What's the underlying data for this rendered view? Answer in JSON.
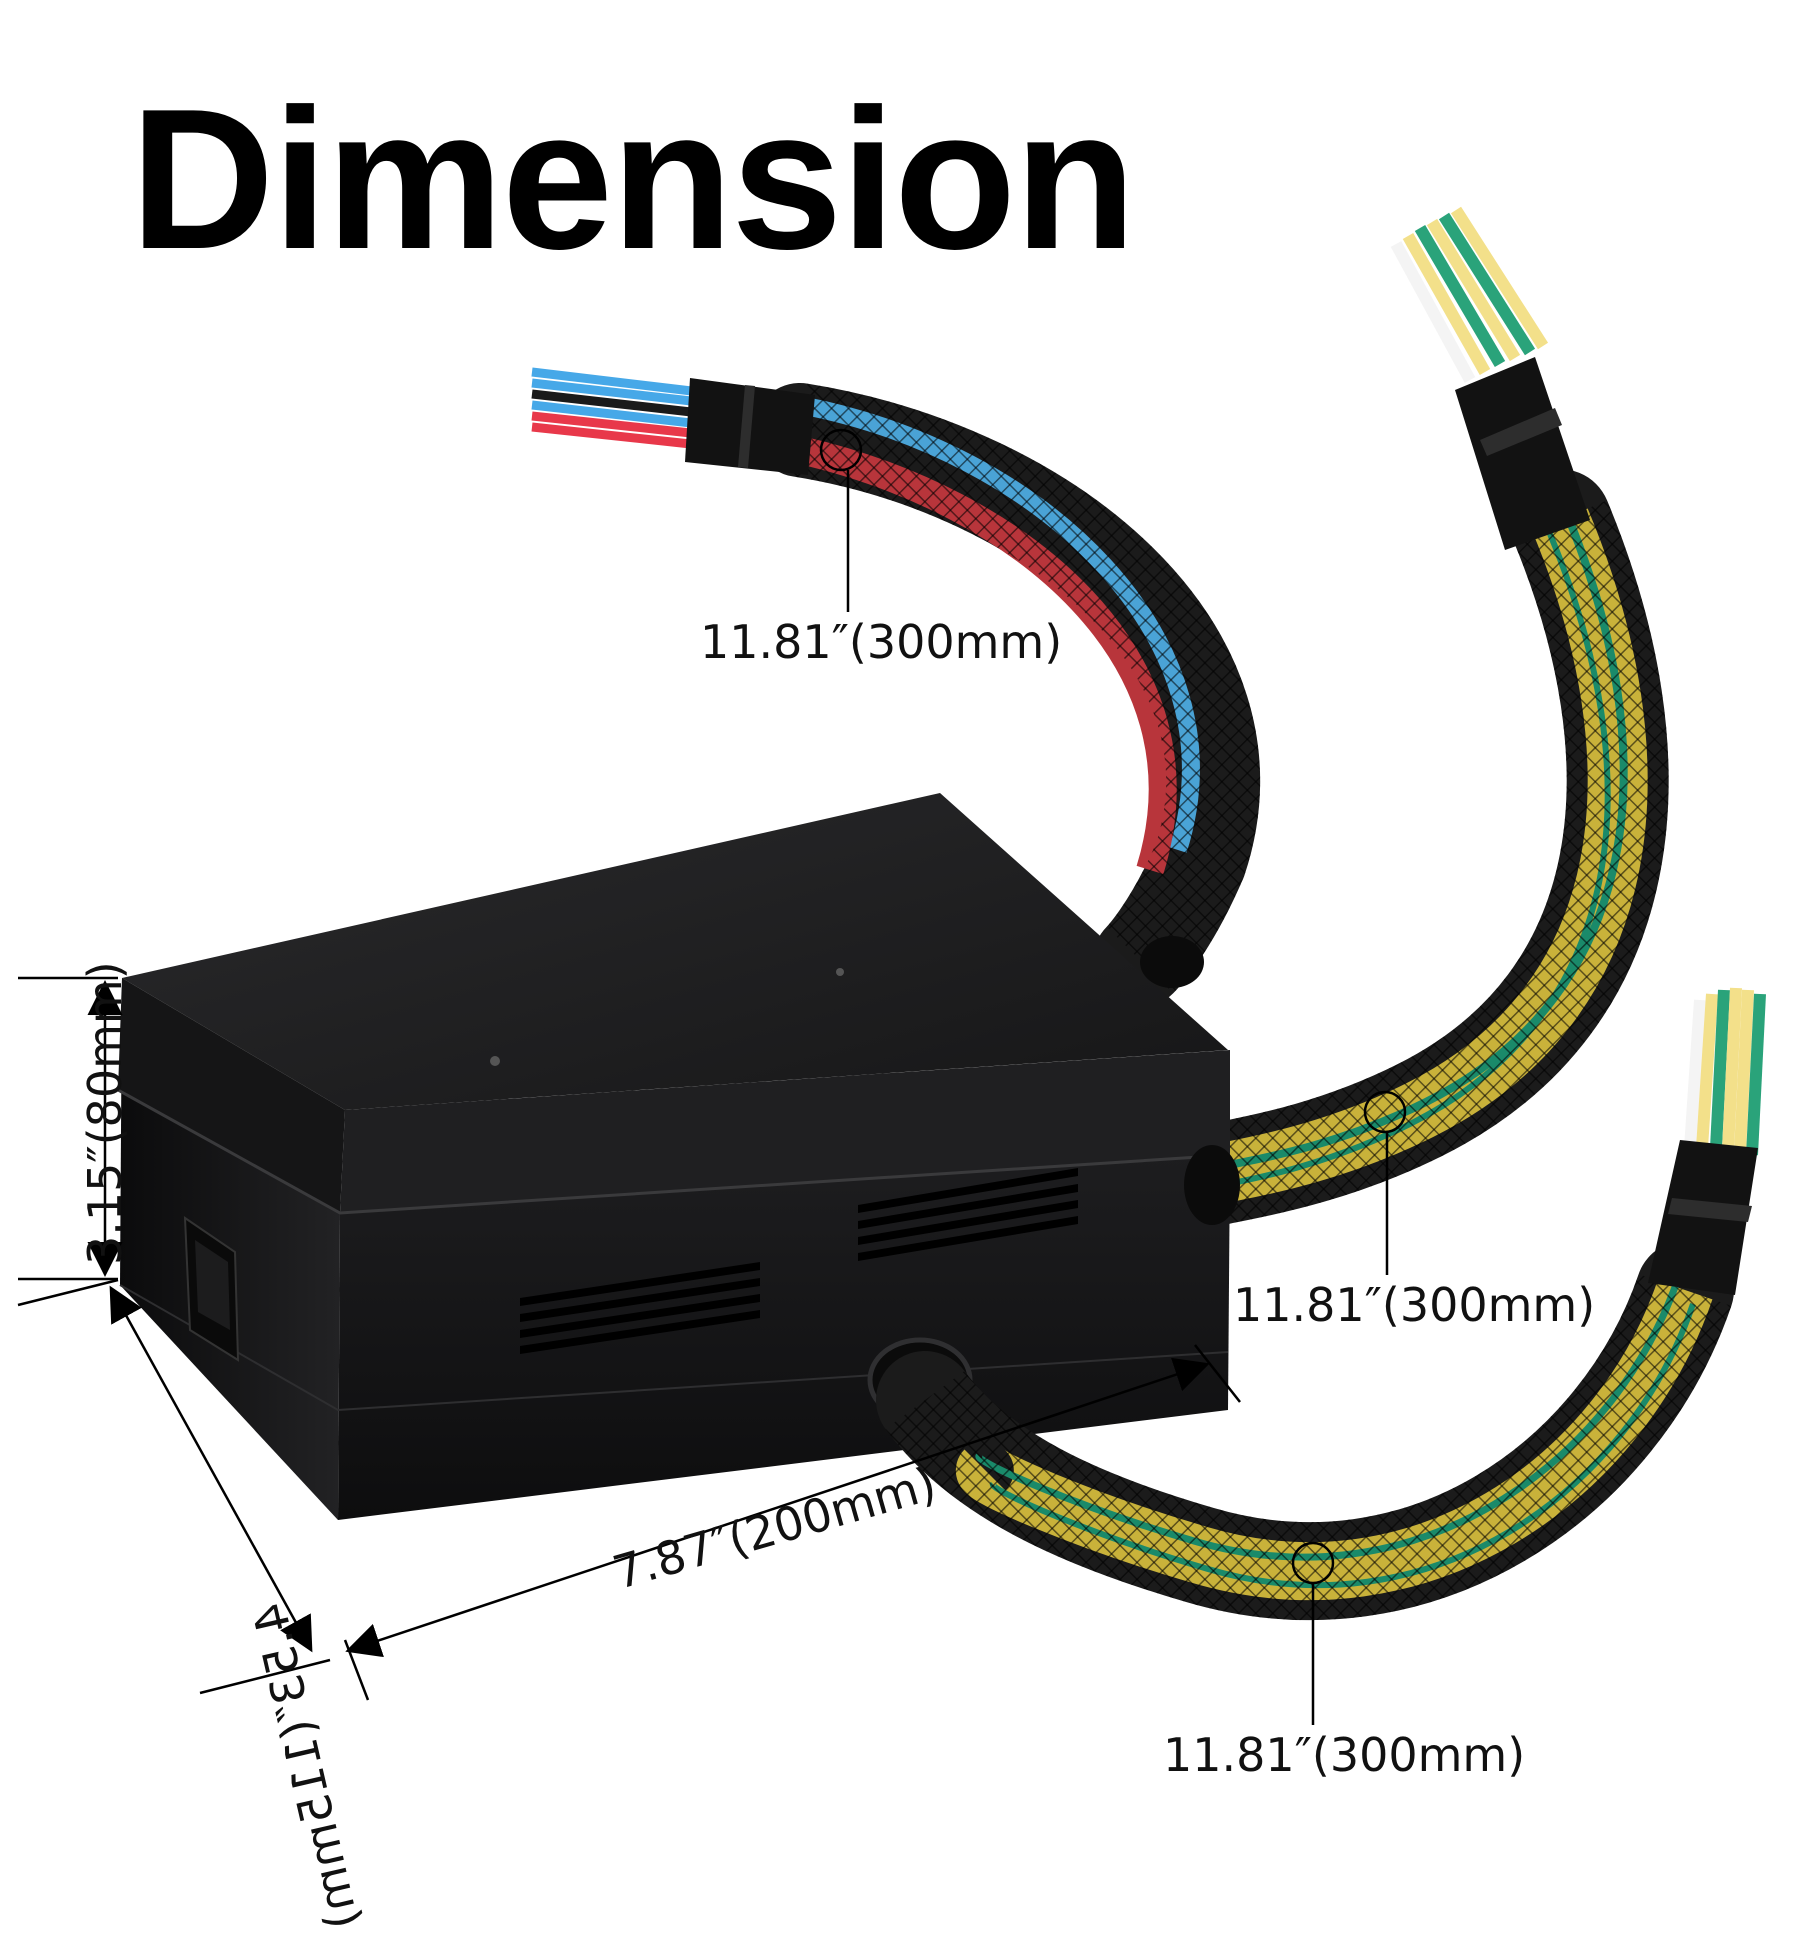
{
  "title": "Dimension",
  "dimensions": {
    "cable_1": "11.81″(300mm)",
    "cable_2": "11.81″(300mm)",
    "cable_3": "11.81″(300mm)",
    "height": "3.15″(80mm)",
    "width": "7.87″(200mm)",
    "depth": "4.53″(115mm)"
  },
  "colors": {
    "box": "#1c1c1e",
    "cable_sleeve_1": "#b8353b",
    "cable_sleeve_1_alt": "#4aa3d6",
    "cable_sleeve_2": "#c9b23a",
    "cable_sleeve_2_stripe": "#1a8a6a",
    "wire_red": "#e8384a",
    "wire_blue": "#46a8e8",
    "wire_yellow": "#f3e08a",
    "wire_green": "#2aa37a",
    "wire_white": "#f4f4f4"
  },
  "icons": [
    "junction-box",
    "braided-cable",
    "dimension-arrow"
  ]
}
